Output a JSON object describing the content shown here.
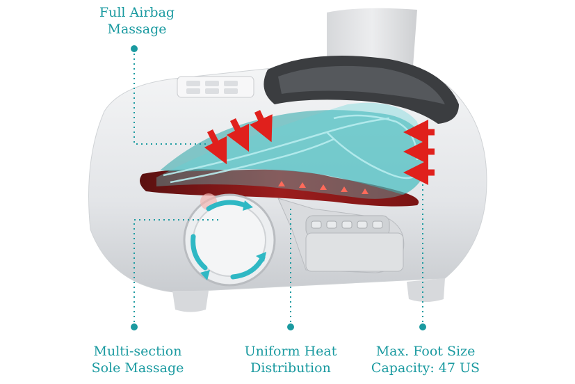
{
  "callouts": {
    "airbag": {
      "line1": "Full Airbag",
      "line2": "Massage"
    },
    "sole": {
      "line1": "Multi-section",
      "line2": "Sole Massage"
    },
    "heat": {
      "line1": "Uniform Heat",
      "line2": "Distribution"
    },
    "size": {
      "line1": "Max. Foot Size",
      "line2": "Capacity: 47 US"
    }
  },
  "colors": {
    "accent_teal": "#1a9aa0",
    "pressure_arrow_red": "#e0201c",
    "heat_red": "#8b1a1a",
    "device_body": "#e9eaec",
    "foot_cyan": "#5fd3d8"
  },
  "icons": [
    "pressure-arrow-icon",
    "rotation-arrow-icon",
    "heat-arrow-icon"
  ]
}
